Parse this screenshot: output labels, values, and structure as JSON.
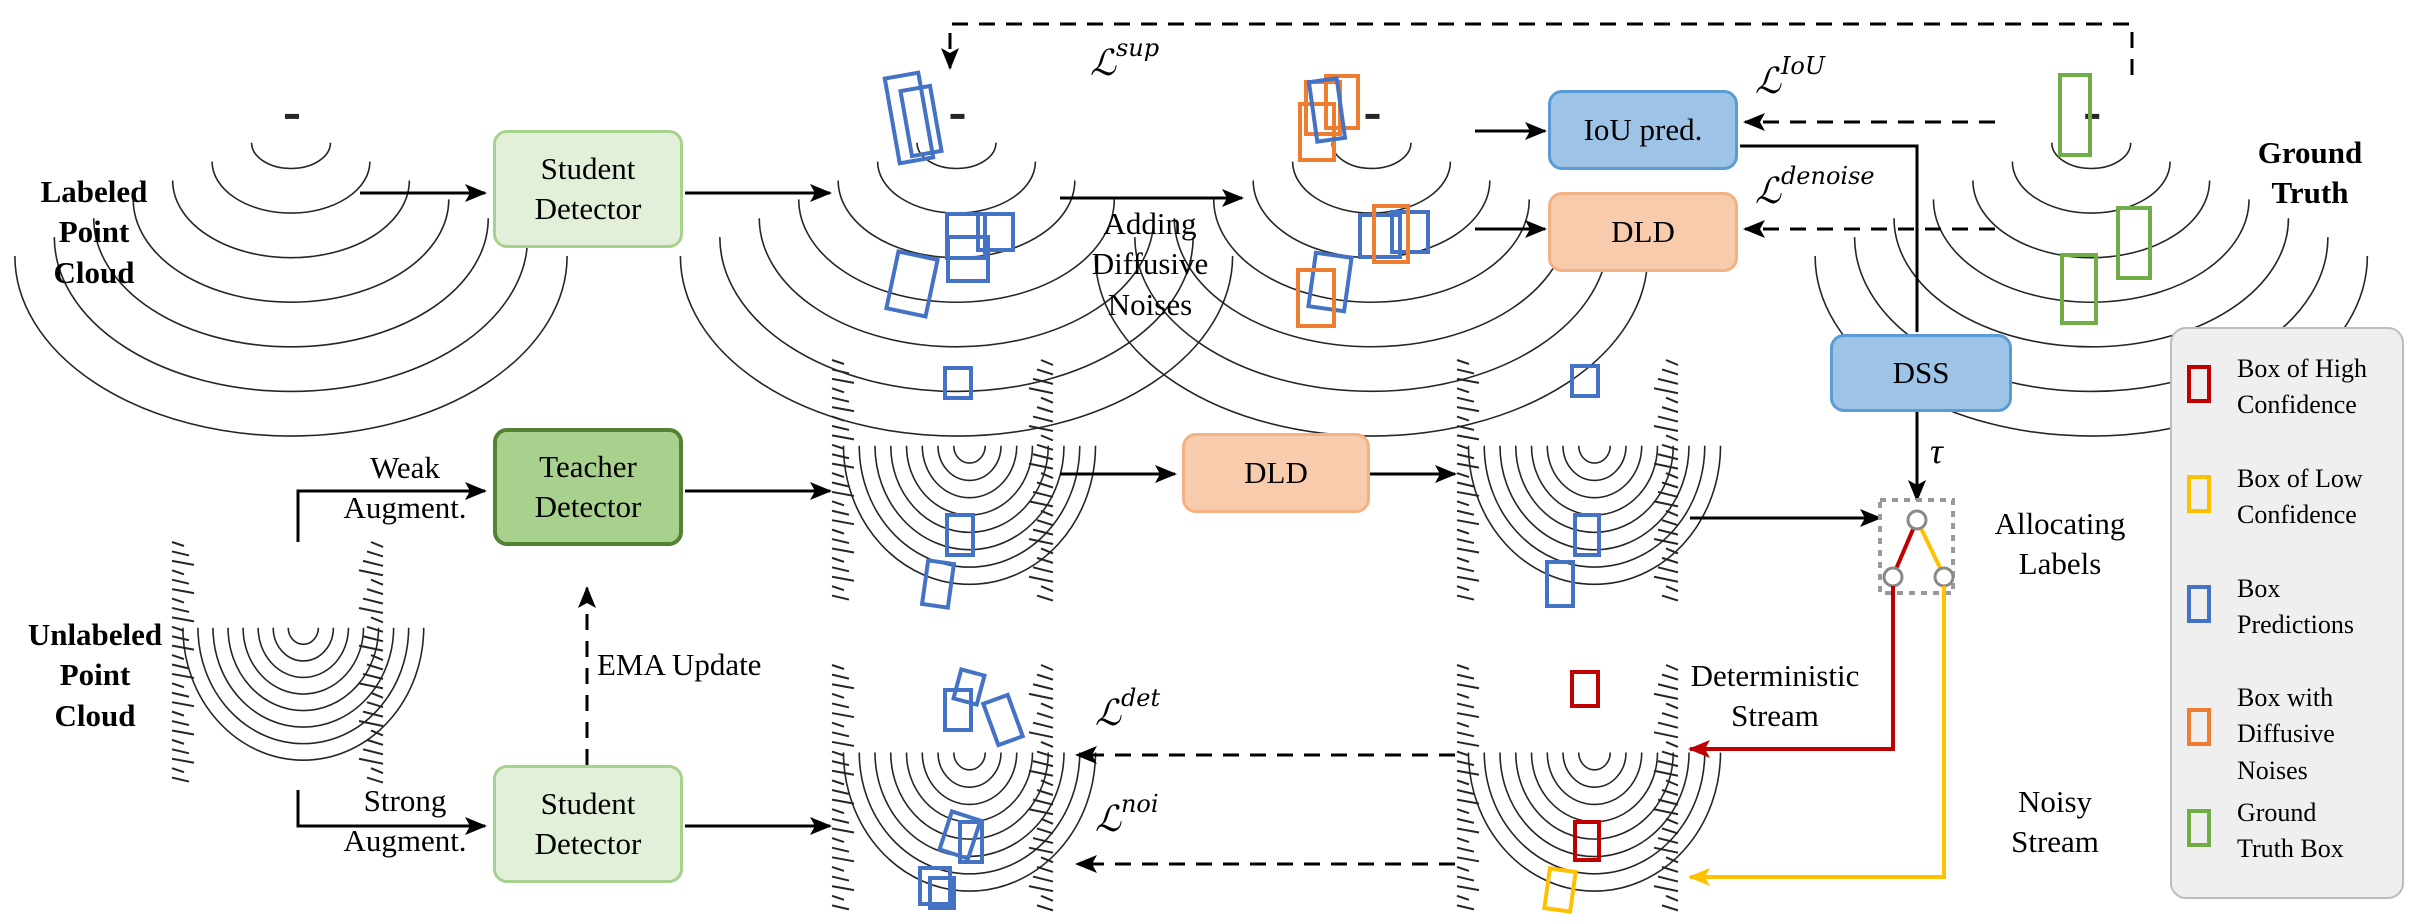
{
  "labels": {
    "labeled": "Labeled\nPoint\nCloud",
    "unlabeled": "Unlabeled\nPoint\nCloud",
    "ground_truth": "Ground\nTruth",
    "adding_noises": "Adding\nDiffusive\nNoises",
    "weak": "Weak\nAugment.",
    "strong": "Strong\nAugment.",
    "ema": "EMA Update",
    "allocating": "Allocating\nLabels",
    "deterministic": "Deterministic\nStream",
    "noisy": "Noisy\nStream",
    "tau": "τ"
  },
  "nodes": {
    "student_top": "Student\nDetector",
    "teacher": "Teacher\nDetector",
    "student_bottom": "Student\nDetector",
    "iou_pred": "IoU pred.",
    "dld_top": "DLD",
    "dss": "DSS",
    "dld_mid": "DLD"
  },
  "losses": {
    "sup": {
      "base": "ℒ",
      "sup": "sup"
    },
    "iou": {
      "base": "ℒ",
      "sup": "IoU"
    },
    "denoise": {
      "base": "ℒ",
      "sup": "denoise"
    },
    "det": {
      "base": "ℒ",
      "sup": "det"
    },
    "noi": {
      "base": "ℒ",
      "sup": "noi"
    }
  },
  "legend": [
    {
      "label": "Box of High\nConfidence",
      "color": "#c00000"
    },
    {
      "label": "Box of Low\nConfidence",
      "color": "#ffc000"
    },
    {
      "label": "Box\nPredictions",
      "color": "#4472c4"
    },
    {
      "label": "Box with\nDiffusive\nNoises",
      "color": "#ed7d31"
    },
    {
      "label": "Ground\nTruth Box",
      "color": "#70ad47"
    }
  ],
  "colors": {
    "high_conf": "#c00000",
    "low_conf": "#ffc000",
    "prediction": "#4472c4",
    "noise": "#ed7d31",
    "ground_truth": "#70ad47"
  }
}
